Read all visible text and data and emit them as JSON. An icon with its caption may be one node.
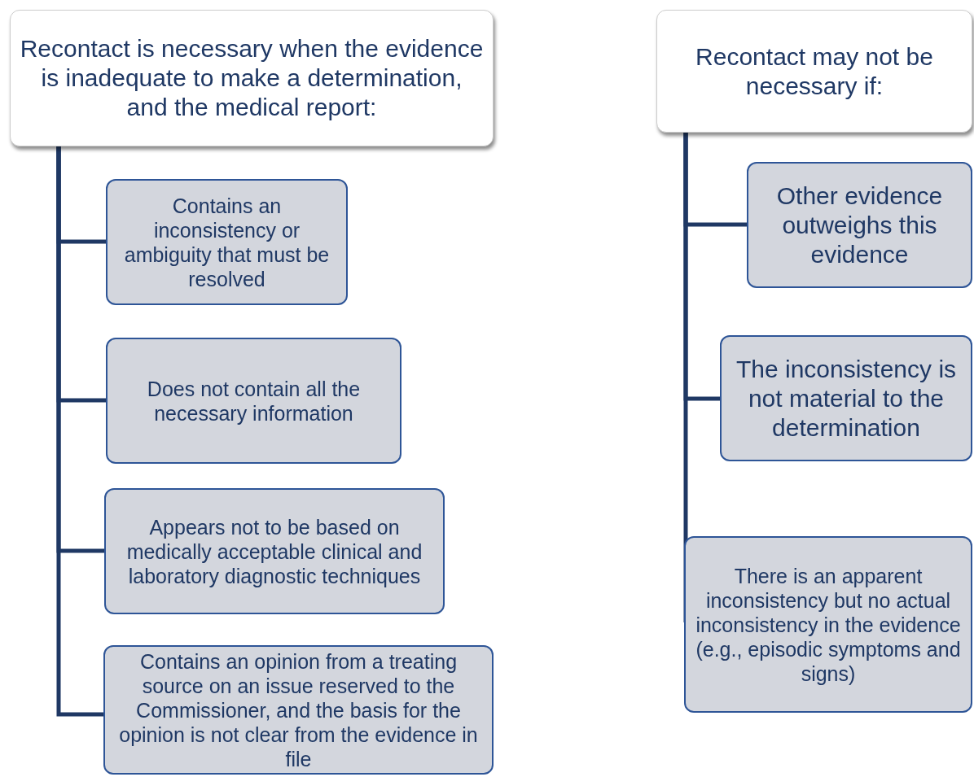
{
  "diagram": {
    "nodes": [
      {
        "text": [
          "Recontact is necessary when the evidence is inadequate to make a determination, and the medical report:"
        ]
      },
      {
        "text": [
          "Contains an inconsistency or ambiguity that must be resolved"
        ]
      },
      {
        "text": [
          "Does not contain all the necessary information"
        ]
      },
      {
        "text": [
          "Appears not to be based on medically acceptable clinical and laboratory diagnostic techniques"
        ]
      },
      {
        "text": [
          "Contains an opinion from a treating source on an issue reserved to the Commissioner, and the basis for the opinion is not clear from the evidence in file"
        ]
      },
      {
        "text": [
          "Recontact may not be necessary if:"
        ]
      },
      {
        "text": [
          "Other evidence outweighs this evidence"
        ]
      },
      {
        "text": [
          "The inconsistency is not material to the determination"
        ]
      },
      {
        "text": [
          "There is an apparent inconsistency but no actual inconsistency in the evidence (e.g., episodic symptoms and signs)"
        ]
      }
    ],
    "edges": [
      {
        "from": 0,
        "to": 1,
        "arrow": "none"
      },
      {
        "from": 0,
        "to": 2,
        "arrow": "none"
      },
      {
        "from": 0,
        "to": 3,
        "arrow": "none"
      },
      {
        "from": 0,
        "to": 4,
        "arrow": "none"
      },
      {
        "from": 5,
        "to": 6,
        "arrow": "none"
      },
      {
        "from": 5,
        "to": 7,
        "arrow": "none"
      },
      {
        "from": 5,
        "to": 8,
        "arrow": "none"
      }
    ]
  }
}
